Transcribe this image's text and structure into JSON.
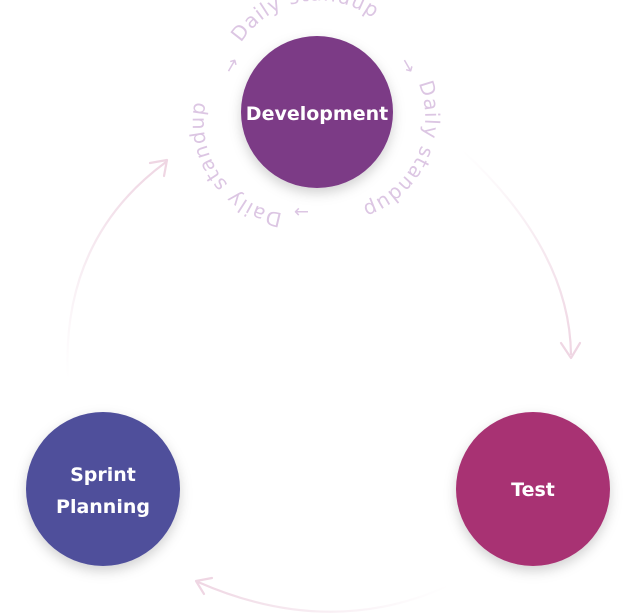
{
  "nodes": {
    "development": {
      "label": "Development",
      "color": "#7b3a86"
    },
    "test": {
      "label": "Test",
      "color": "#a83273"
    },
    "sprint_planning": {
      "label_line1": "Sprint",
      "label_line2": "Planning",
      "color": "#4f4f9b"
    }
  },
  "orbit": {
    "label_1": "Daily standup",
    "label_2": "Daily standup",
    "label_3": "Daily standup",
    "arrow_glyph": "→",
    "color": "#dcc6e3"
  },
  "cycle_arrow_color": "#f0dbe5"
}
